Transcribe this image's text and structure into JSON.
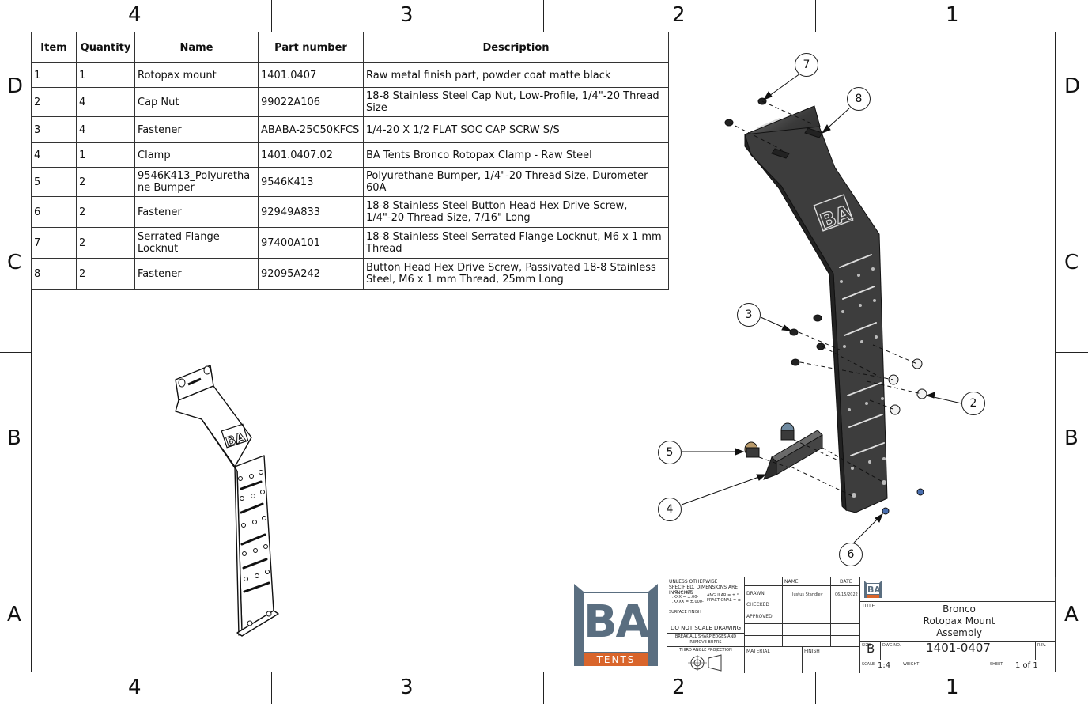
{
  "zones": {
    "columns_top": [
      "4",
      "3",
      "2",
      "1"
    ],
    "columns_bottom": [
      "4",
      "3",
      "2",
      "1"
    ],
    "rows_left": [
      "D",
      "C",
      "B",
      "A"
    ],
    "rows_right": [
      "D",
      "C",
      "B",
      "A"
    ]
  },
  "bom": {
    "headers": [
      "Item",
      "Quantity",
      "Name",
      "Part number",
      "Description"
    ],
    "rows": [
      [
        "1",
        "1",
        "Rotopax mount",
        "1401.0407",
        "Raw metal finish part, powder coat matte black"
      ],
      [
        "2",
        "4",
        "Cap Nut",
        "99022A106",
        "18-8 Stainless Steel Cap Nut, Low-Profile, 1/4\"-20 Thread Size"
      ],
      [
        "3",
        "4",
        "Fastener",
        "ABABA-25C50KFCS",
        "1/4-20 X 1/2 FLAT SOC CAP SCRW S/S"
      ],
      [
        "4",
        "1",
        "Clamp",
        "1401.0407.02",
        "BA Tents Bronco Rotopax Clamp - Raw Steel"
      ],
      [
        "5",
        "2",
        "9546K413_Polyurethane Bumper",
        "9546K413",
        "Polyurethane Bumper, 1/4\"-20 Thread Size, Durometer 60A"
      ],
      [
        "6",
        "2",
        "Fastener",
        "92949A833",
        "18-8 Stainless Steel Button Head Hex Drive Screw, 1/4\"-20 Thread Size, 7/16\" Long"
      ],
      [
        "7",
        "2",
        "Serrated Flange Locknut",
        "97400A101",
        "18-8 Stainless Steel Serrated Flange Locknut, M6 x 1 mm Thread"
      ],
      [
        "8",
        "2",
        "Fastener",
        "92095A242",
        "Button Head Hex Drive Screw, Passivated 18-8 Stainless Steel, M6 x 1 mm Thread, 25mm Long"
      ]
    ]
  },
  "balloons": [
    "7",
    "8",
    "3",
    "2",
    "5",
    "4",
    "6"
  ],
  "logo": {
    "letters": "BA",
    "word": "TENTS",
    "colors": {
      "steel": "#5a6e80",
      "orange": "#d9652b"
    }
  },
  "title_block": {
    "tolerances_header": "UNLESS OTHERWISE SPECIFIED, DIMENSIONS ARE IN INCHES",
    "tol_xx": ".XX = ±.0-",
    "tol_xxx": ".XXX = ±.00-",
    "tol_xxxx": ".XXXX = ±.000-",
    "tol_angular": "ANGULAR = ± °",
    "tol_fractional": "FRACTIONAL = ±",
    "surface_finish": "SURFACE FINISH",
    "do_not_scale": "DO NOT SCALE DRAWING",
    "break_edges": "BREAK ALL SHARP EDGES AND REMOVE BURRS",
    "projection": "THIRD ANGLE PROJECTION",
    "col_name": "NAME",
    "col_date": "DATE",
    "drawn_label": "DRAWN",
    "drawn_name": "Justus Standley",
    "drawn_date": "06/15/2022",
    "checked_label": "CHECKED",
    "approved_label": "APPROVED",
    "material_label": "MATERIAL",
    "finish_label": "FINISH",
    "title_label": "TITLE",
    "title_line1": "Bronco",
    "title_line2": "Rotopax Mount",
    "title_line3": "Assembly",
    "size_label": "SIZE",
    "size_value": "B",
    "dwg_label": "DWG NO.",
    "dwg_value": "1401-0407",
    "rev_label": "REV.",
    "scale_label": "SCALE",
    "scale_value": "1:4",
    "weight_label": "WEIGHT",
    "sheet_label": "SHEET",
    "sheet_value": "1 of 1"
  }
}
